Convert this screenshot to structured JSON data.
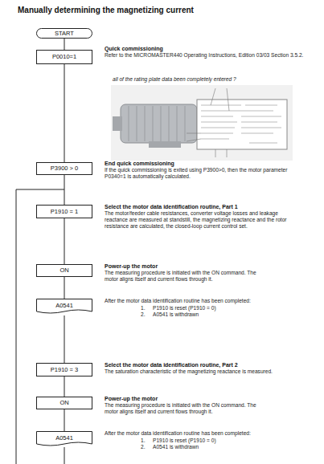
{
  "diagram": {
    "title": "Manually determining the magnetizing current",
    "nodes": [
      {
        "text": [
          "START"
        ]
      },
      {
        "text": [
          "P0010=1"
        ]
      },
      {
        "text": [
          "P3900 > 0"
        ]
      },
      {
        "text": [
          "P1910 = 1"
        ]
      },
      {
        "text": [
          "ON"
        ]
      },
      {
        "text": [
          "A0541"
        ]
      },
      {
        "text": [
          "P1910 = 3"
        ]
      },
      {
        "text": [
          "ON"
        ]
      },
      {
        "text": [
          "A0541"
        ]
      }
    ],
    "edges": [
      {
        "from": 0,
        "to": 1,
        "arrow": "none"
      },
      {
        "from": 1,
        "to": 2,
        "arrow": "none"
      },
      {
        "from": 2,
        "to": 3,
        "arrow": "none"
      },
      {
        "from": 3,
        "to": 4,
        "arrow": "none"
      },
      {
        "from": 4,
        "to": 5,
        "arrow": "none"
      },
      {
        "from": 5,
        "to": 6,
        "arrow": "none"
      },
      {
        "from": 6,
        "to": 7,
        "arrow": "none"
      },
      {
        "from": 7,
        "to": 8,
        "arrow": "none"
      }
    ],
    "labels": [
      "Quick commissioning",
      "Refer to the MICROMASTER440 Operating Instructions, Edition 03/03 Section 3.5.2.",
      "all of the rating plate data been completely entered ?",
      "End quick commissioning",
      "If the quick commissioning is exited using P3900>0, then the motor parameter P0340=1 is automatically calculated.",
      "Select the motor data identification routine, Part 1",
      "The motor/feeder cable resistances, converter voltage losses and leakage reactance are measured at standstill, the magnetizing reactance and the rotor resistance are calculated, the closed-loop current control set.",
      "Power-up the motor",
      "The measuring procedure is initiated with the ON command. The motor aligns itself and current flows through it.",
      "After the motor data identification routine has been completed:",
      "1.",
      "P1910 is reset (P1910 = 0)",
      "2.",
      "A0541 is withdrawn",
      "Select the motor data identification routine, Part 2",
      "The saturation characteristic of the magnetizing reactance is measured.",
      "Power-up the motor",
      "The measuring procedure is initiated with the ON command. The motor aligns itself and current flows through it.",
      "After the motor data identification routine has been completed:",
      "1.",
      "P1910 is reset (P1910 = 0)",
      "2.",
      "A0541 is withdrawn"
    ]
  }
}
